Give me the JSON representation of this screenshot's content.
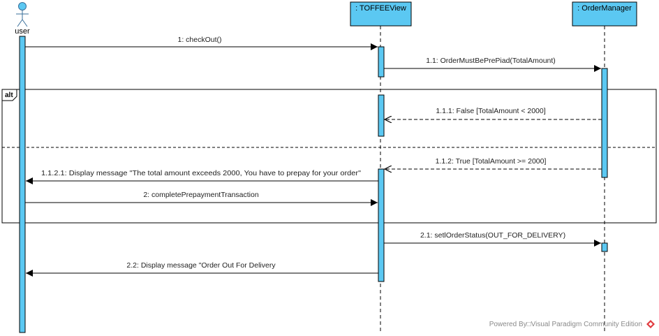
{
  "participants": {
    "user": {
      "label": "user"
    },
    "view": {
      "label": ": TOFFEEView"
    },
    "manager": {
      "label": ": OrderManager"
    }
  },
  "fragment": {
    "operator": "alt"
  },
  "messages": {
    "m1": "1: checkOut()",
    "m1_1": "1.1: OrderMustBePrePiad(TotalAmount)",
    "m1_1_1": "1.1.1:  False [TotalAmount < 2000]",
    "m1_1_2": "1.1.2: True [TotalAmount >= 2000]",
    "m1_1_2_1": "1.1.2.1: Display message \"The total amount exceeds 2000, You have to prepay for your order\"",
    "m2": "2: completePrepaymentTransaction",
    "m2_1": "2.1: setlOrderStatus(OUT_FOR_DELIVERY)",
    "m2_2": "2.2: Display message \"Order Out For Delivery"
  },
  "watermark": "Powered By□Visual Paradigm Community Edition",
  "colors": {
    "participant_fill": "#5BC8F2",
    "activation_fill": "#5BC8F2",
    "logo_red": "#E03A3E"
  }
}
